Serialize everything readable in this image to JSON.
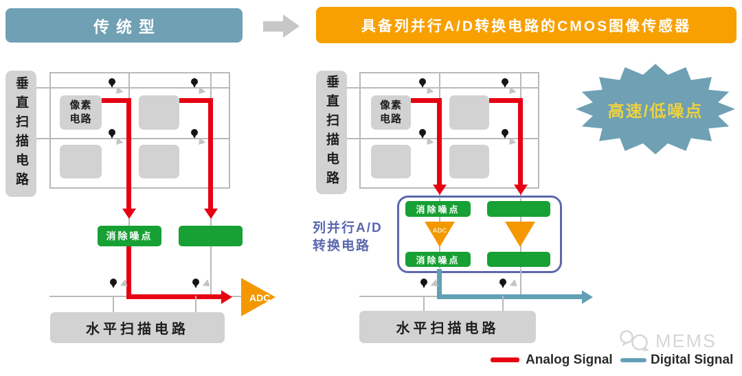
{
  "headers": {
    "left_label": "传统型",
    "right_label": "具备列并行A/D转换电路的CMOS图像传感器"
  },
  "badge": {
    "label": "高速/低噪点"
  },
  "left_diagram": {
    "vertical_scan_label": "垂直扫描电路",
    "pixel_label": "像素电路",
    "noise_label": "消除噪点",
    "adc_label": "ADC",
    "horizontal_scan_label": "水平扫描电路"
  },
  "right_diagram": {
    "vertical_scan_label": "垂直扫描电路",
    "pixel_label": "像素电路",
    "noise_top_label": "消除噪点",
    "noise_bottom_label": "消除噪点",
    "adc_label": "ADC",
    "block_label_line1": "列并行A/D",
    "block_label_line2": "转换电路",
    "horizontal_scan_label": "水平扫描电路"
  },
  "legend": {
    "analog_label": "Analog Signal",
    "digital_label": "Digital Signal"
  },
  "watermark": {
    "text": "MEMS"
  },
  "icons": {
    "flow_arrow": "right-arrow-icon",
    "contact": "contact-dot-icon",
    "switch": "switch-arrow-icon",
    "adc_triangle": "adc-triangle-icon",
    "burst": "starburst-icon",
    "watermark_bubbles": "speech-bubbles-icon"
  },
  "colors": {
    "teal": "#6FA0B4",
    "orange": "#F7A000",
    "green": "#17A034",
    "red": "#E60012",
    "adc_orange": "#F39800",
    "blue": "#5A67AE",
    "digital": "#62A0B5",
    "graybox": "#D2D2D2",
    "line": "#B9B9B9",
    "badge_text": "#EDD23E"
  }
}
